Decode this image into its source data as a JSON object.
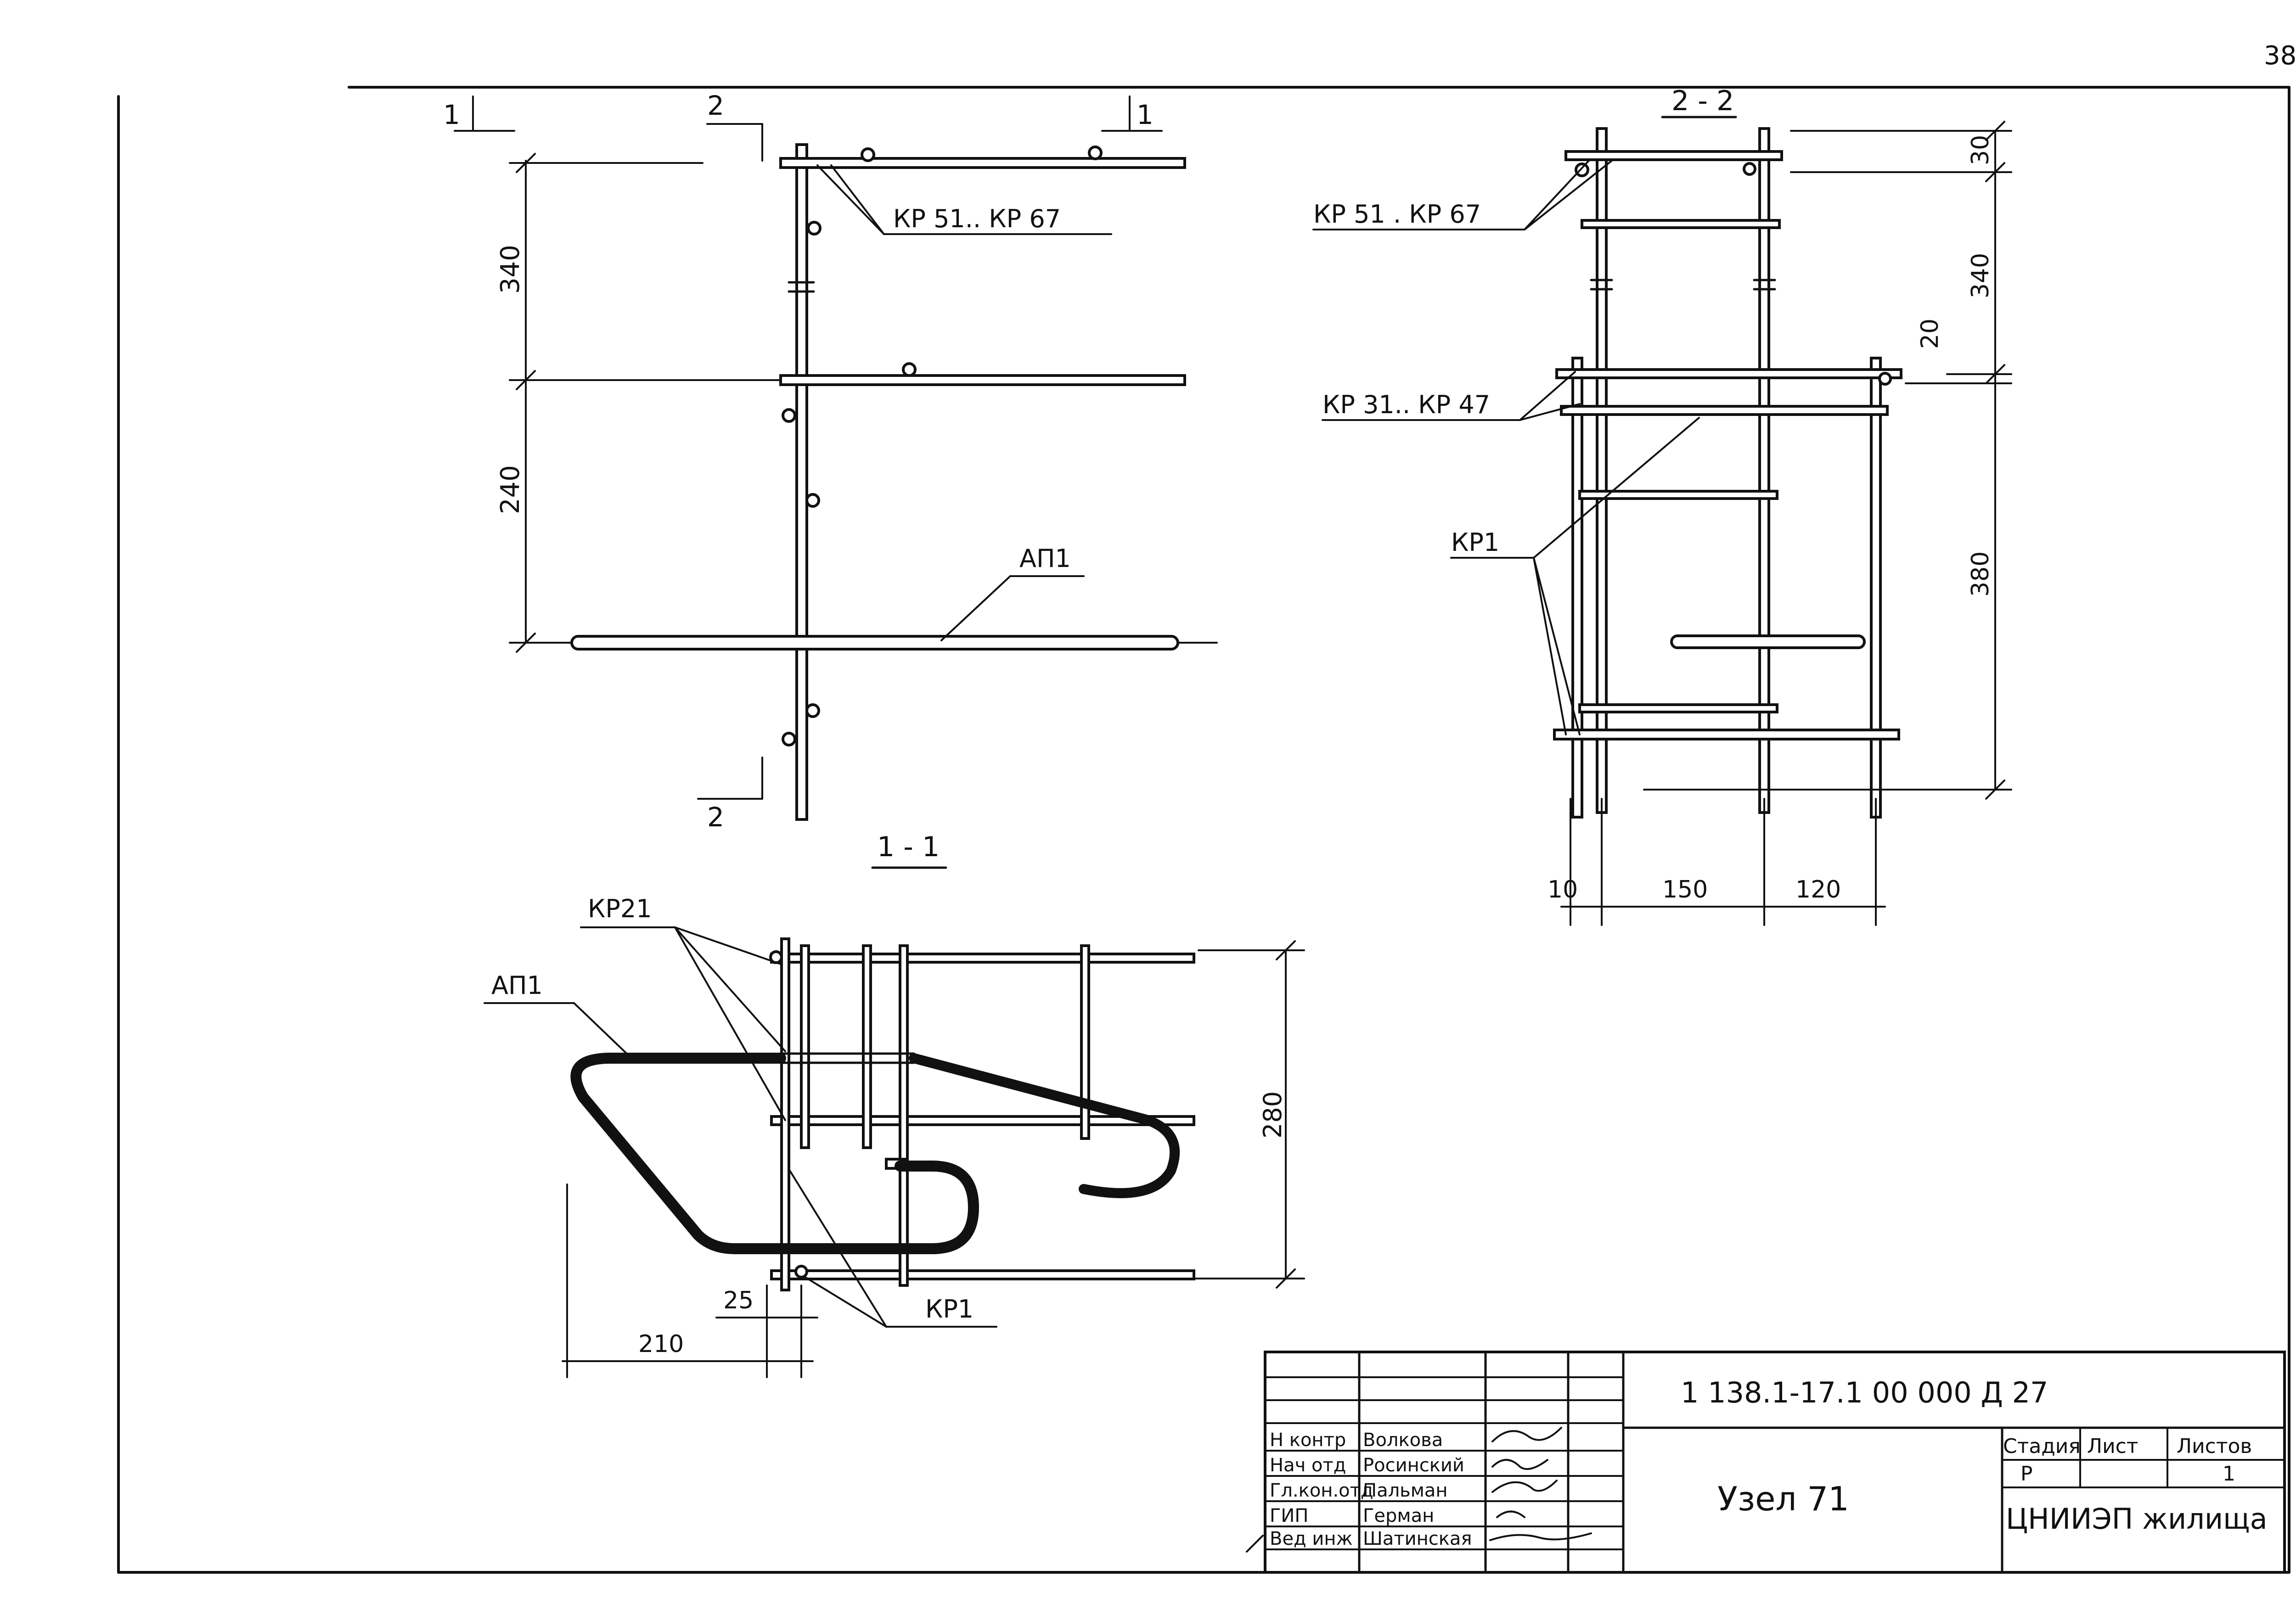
{
  "page_number": "38",
  "section_marks": {
    "mark_1_left": "1",
    "mark_1_right": "1",
    "mark_2_top": "2",
    "mark_2_bottom": "2"
  },
  "view_1_1": {
    "title": "1 - 1",
    "dims": [
      "340",
      "240"
    ],
    "labels": {
      "kp51_kp67": "КР 51.. КР 67",
      "ap1": "АП1"
    }
  },
  "view_2_2": {
    "title": "2 - 2",
    "dims_vertical": [
      "30",
      "340",
      "20",
      "380"
    ],
    "dims_horizontal": [
      "10",
      "150",
      "120"
    ],
    "labels": {
      "kp51_kp67": "КР 51 . КР 67",
      "kp31_kp47": "КР 31.. КР 47",
      "kp1": "КР1"
    }
  },
  "plan_view": {
    "dims": [
      "280",
      "25",
      "210"
    ],
    "labels": {
      "kp21": "КР21",
      "ap1": "АП1",
      "kp1": "КР1"
    }
  },
  "title_block": {
    "doc_code": "1 138.1-17.1 00 000 Д 27",
    "title": "Узел 71",
    "org": "ЦНИИЭП жилища",
    "col_headers": [
      "Стадия",
      "Лист",
      "Листов"
    ],
    "col_values": [
      "Р",
      "",
      "1"
    ],
    "rows": [
      {
        "role": "Н контр",
        "name": "Волкова"
      },
      {
        "role": "Нач отд",
        "name": "Росинский"
      },
      {
        "role": "Гл.кон.отд",
        "name": "Пальман"
      },
      {
        "role": "ГИП",
        "name": "Герман"
      },
      {
        "role": "Вед инж",
        "name": "Шатинская"
      }
    ]
  }
}
